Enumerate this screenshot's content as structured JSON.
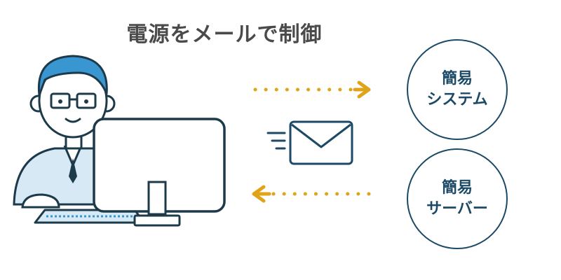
{
  "diagram": {
    "title": "電源をメールで制御",
    "nodes": [
      {
        "id": "system",
        "lines": [
          "簡易",
          "システム"
        ]
      },
      {
        "id": "server",
        "lines": [
          "簡易",
          "サーバー"
        ]
      }
    ],
    "arrows": [
      {
        "from": "user",
        "to": "system",
        "style": "dotted"
      },
      {
        "from": "server",
        "to": "user",
        "style": "dotted"
      }
    ],
    "icons": [
      "user-icon",
      "monitor-icon",
      "keyboard-icon",
      "envelope-icon"
    ],
    "colors": {
      "arrow": "#e0a41b",
      "navy": "#1c4a66",
      "skin_blue": "#3a96d0",
      "shirt": "#d7e9f5",
      "title": "#4a4a4a"
    }
  }
}
